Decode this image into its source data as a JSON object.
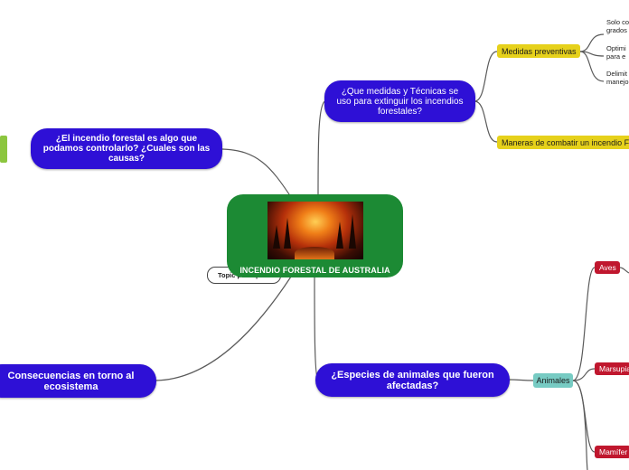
{
  "central": {
    "title": "INCENDIO FORESTAL DE AUSTRALIA",
    "image_icon": "forest-fire-photo"
  },
  "topic_label": "Topic princip",
  "branches": {
    "control": "¿El incendio forestal es algo que podamos controlarlo? ¿Cuales son las causas?",
    "medidas": "¿Que medidas y Técnicas se uso para extinguir los incendios forestales?",
    "consecuencias": "Consecuencias en torno al ecosistema",
    "especies": "¿Especies de animales que fueron afectadas?"
  },
  "subtopics": {
    "medidas_preventivas": "Medidas preventivas",
    "maneras": "Maneras de combatir un incendio F",
    "animales": "Animales",
    "aves": "Aves",
    "marsupiales": "Marsupia",
    "mamiferos": "Mamífer"
  },
  "leaves": [
    {
      "line1": "Solo co",
      "line2": "grados"
    },
    {
      "line1": "Optimi",
      "line2": "para e"
    },
    {
      "line1": "Delimit",
      "line2": "manejo"
    }
  ],
  "colors": {
    "central": "#1c8a34",
    "branch": "#2e10d6",
    "yellow": "#e6d11b",
    "red": "#c0172e",
    "teal": "#77cbc3",
    "green_stub": "#8cc63f"
  }
}
